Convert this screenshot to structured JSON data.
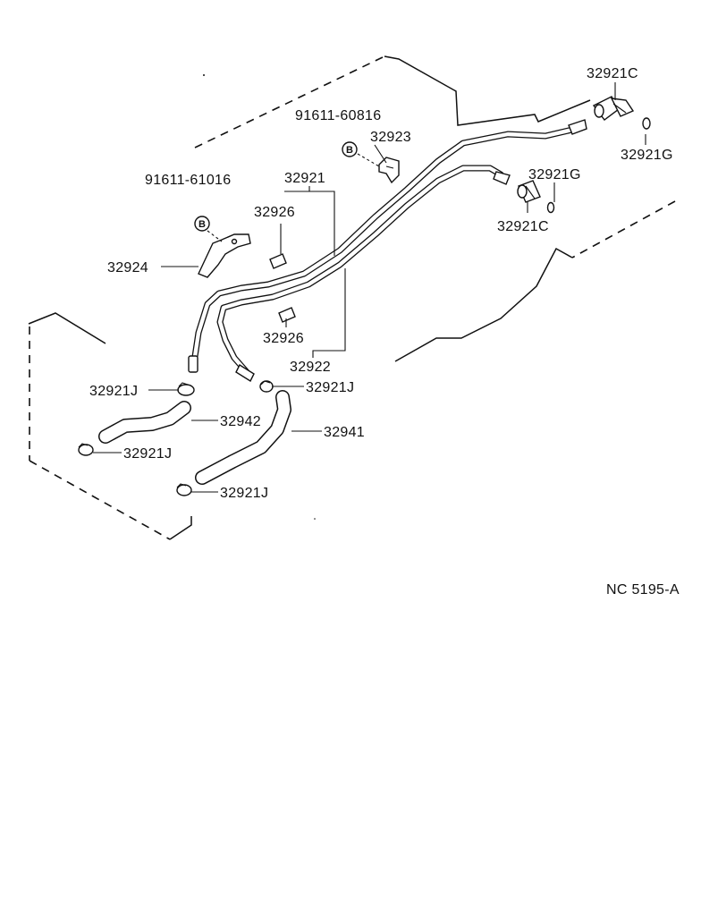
{
  "diagram": {
    "reference": "NC 5195-A",
    "labels": {
      "p32921C_top": "32921C",
      "p32921G_right": "32921G",
      "bolt_a": "91611-60816",
      "p32923": "32923",
      "p32921G_mid": "32921G",
      "p32921C_mid": "32921C",
      "bolt_b": "91611-61016",
      "p32921": "32921",
      "p32926_top": "32926",
      "p32924": "32924",
      "p32926_bottom": "32926",
      "p32922": "32922",
      "p32921J_a": "32921J",
      "p32921J_b": "32921J",
      "p32942": "32942",
      "p32941": "32941",
      "p32921J_c": "32921J",
      "p32921J_d": "32921J"
    },
    "bolt_marker": "B"
  }
}
